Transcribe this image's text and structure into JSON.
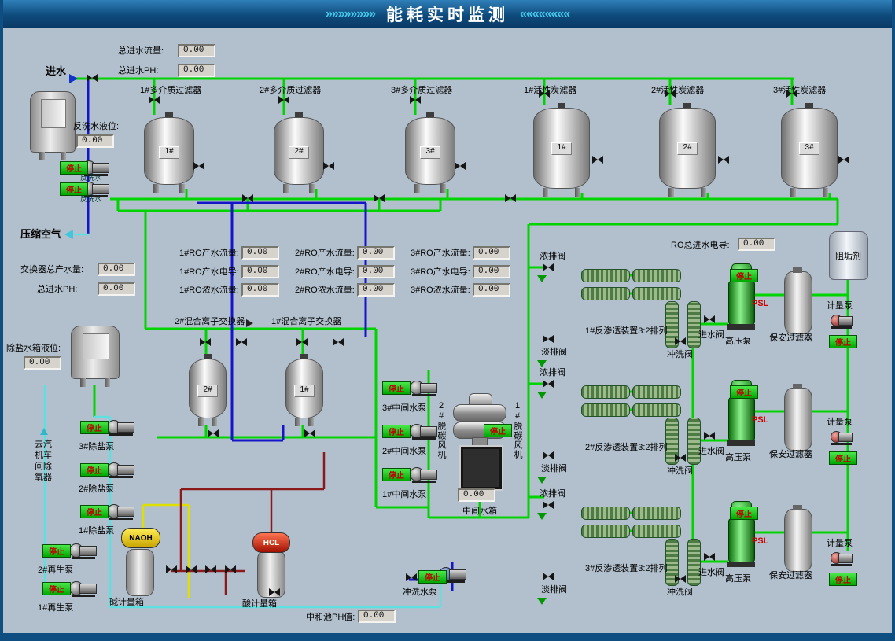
{
  "header": {
    "title": "能耗实时监测",
    "arrows_left": "»»»»»»»»",
    "arrows_right": "««««««««"
  },
  "top": {
    "inlet_label": "进水",
    "total_flow_label": "总进水流量:",
    "total_flow_value": "0.00",
    "total_ph_label": "总进水PH:",
    "total_ph_value": "0.00"
  },
  "backwash": {
    "level_label": "反洗水液位:",
    "level_value": "0.00",
    "pumps": [
      {
        "status": "停止",
        "label": "反洗水"
      },
      {
        "status": "停止",
        "label": "反洗水"
      }
    ]
  },
  "compressed_air_label": "压缩空气",
  "exchanger_summary": {
    "total_label": "交换器总产水量:",
    "total_value": "0.00",
    "ph_label": "总进水PH:",
    "ph_value": "0.00"
  },
  "filters": [
    {
      "title": "1#多介质过滤器",
      "tag": "1#"
    },
    {
      "title": "2#多介质过滤器",
      "tag": "2#"
    },
    {
      "title": "3#多介质过滤器",
      "tag": "3#"
    },
    {
      "title": "1#活性炭滤器",
      "tag": "1#"
    },
    {
      "title": "2#活性炭滤器",
      "tag": "2#"
    },
    {
      "title": "3#活性炭滤器",
      "tag": "3#"
    }
  ],
  "ro_readings": {
    "items": [
      {
        "label": "1#RO产水流量:",
        "value": "0.00"
      },
      {
        "label": "2#RO产水流量:",
        "value": "0.00"
      },
      {
        "label": "3#RO产水流量:",
        "value": "0.00"
      },
      {
        "label": "1#RO产水电导:",
        "value": "0.00"
      },
      {
        "label": "2#RO产水电导:",
        "value": "0.00"
      },
      {
        "label": "3#RO产水电导:",
        "value": "0.00"
      },
      {
        "label": "1#RO浓水流量:",
        "value": "0.00"
      },
      {
        "label": "2#RO浓水流量:",
        "value": "0.00"
      },
      {
        "label": "3#RO浓水流量:",
        "value": "0.00"
      }
    ],
    "total_cond_label": "RO总进水电导:",
    "total_cond_value": "0.00"
  },
  "ion_exchangers": [
    {
      "title": "2#混合离子交换器",
      "tag": "2#"
    },
    {
      "title": "1#混合离子交换器",
      "tag": "1#"
    }
  ],
  "demin_tank": {
    "label": "除盐水箱液位:",
    "value": "0.00"
  },
  "mid_pumps": [
    {
      "status": "停止",
      "label": "3#中间水泵"
    },
    {
      "status": "停止",
      "label": "2#中间水泵"
    },
    {
      "status": "停止",
      "label": "1#中间水泵"
    }
  ],
  "degasser": {
    "fan2_label": "2#脱碳风机",
    "fan1_label": "1#脱碳风机",
    "fan_status": "停止",
    "tank_label": "中间水箱",
    "tank_value": "0.00"
  },
  "ro_units": [
    {
      "conc_valve_label": "浓排阀",
      "perm_valve_label": "淡排阀",
      "title": "1#反渗透装置3:2排列",
      "inlet_valve_label": "进水阀",
      "flush_valve_label": "冲洗阀",
      "hp_status": "停止",
      "hp_label": "高压泵",
      "psl_label": "PSL",
      "filter_label": "保安过滤器",
      "meter_label": "计量泵",
      "meter_status": "停止"
    },
    {
      "conc_valve_label": "浓排阀",
      "perm_valve_label": "淡排阀",
      "title": "2#反渗透装置3:2排列",
      "inlet_valve_label": "进水阀",
      "flush_valve_label": "冲洗阀",
      "hp_status": "停止",
      "hp_label": "高压泵",
      "psl_label": "PSL",
      "filter_label": "保安过滤器",
      "meter_label": "计量泵",
      "meter_status": "停止"
    },
    {
      "conc_valve_label": "浓排阀",
      "perm_valve_label": "淡排阀",
      "title": "3#反渗透装置3:2排列",
      "inlet_valve_label": "进水阀",
      "flush_valve_label": "冲洗阀",
      "hp_status": "停止",
      "hp_label": "高压泵",
      "psl_label": "PSL",
      "filter_label": "保安过滤器",
      "meter_label": "计量泵",
      "meter_status": "停止"
    }
  ],
  "scale_inhibitor_label": "阻垢剂",
  "left_pumps": [
    {
      "status": "停止",
      "label": "3#除盐泵"
    },
    {
      "status": "停止",
      "label": "2#除盐泵"
    },
    {
      "status": "停止",
      "label": "1#除盐泵"
    },
    {
      "status": "停止",
      "label": "2#再生泵"
    },
    {
      "status": "停止",
      "label": "1#再生泵"
    }
  ],
  "deaerator_label": "去汽机车间除氧器",
  "chemicals": {
    "naoh_label": "NAOH",
    "alkali_label": "碱计量箱",
    "hcl_label": "HCL",
    "acid_label": "酸计量箱",
    "flush_pump_label": "冲洗水泵",
    "flush_status": "停止",
    "neutral_label": "中和池PH值:",
    "neutral_value": "0.00"
  },
  "colors": {
    "pipe_green": "#00d400",
    "pipe_blue": "#1414c8",
    "pipe_cyan": "#5ee0e0",
    "pipe_yellow": "#dede00",
    "pipe_dark_red": "#8a1a1a",
    "stop_button_bg": "#00cc00",
    "stop_button_text": "#c00000"
  }
}
